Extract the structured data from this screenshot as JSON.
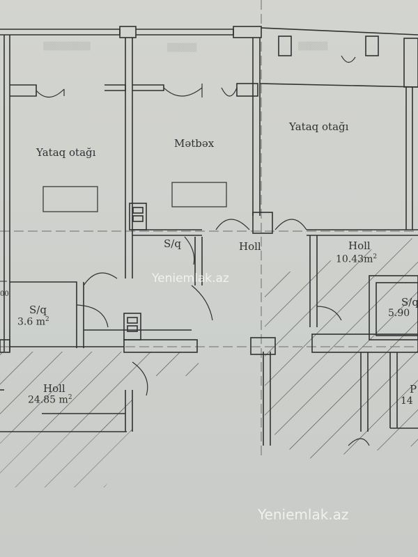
{
  "rooms": [
    {
      "id": "bedroom-left",
      "name": "Yataq otağı",
      "area": ""
    },
    {
      "id": "kitchen",
      "name": "Mətbəx",
      "area": ""
    },
    {
      "id": "bedroom-right",
      "name": "Yataq otağı",
      "area": ""
    },
    {
      "id": "bathroom-small",
      "name": "S/q",
      "area": ""
    },
    {
      "id": "hall-center",
      "name": "Holl",
      "area": ""
    },
    {
      "id": "hall-right",
      "name": "Holl",
      "area": "10.43m",
      "unit_sup": "2"
    },
    {
      "id": "bathroom-left",
      "name": "S/q",
      "area": "3.6 m",
      "unit_sup": "2"
    },
    {
      "id": "hall-bottom",
      "name": "Holl",
      "area": "24.85 m",
      "unit_sup": "2"
    },
    {
      "id": "bathroom-right",
      "name": "S/q",
      "area": "5.90",
      "unit_sup": ""
    },
    {
      "id": "room-right-cut",
      "name": "P",
      "area": "14",
      "unit_sup": ""
    }
  ],
  "edge_marks": {
    "left_dimension": "00"
  },
  "watermark": {
    "text": "Yeniemlak.az"
  },
  "colors": {
    "paper": "#cfd0cd",
    "ink": "#2f3132",
    "faded_ink": "#b9bbb8"
  }
}
